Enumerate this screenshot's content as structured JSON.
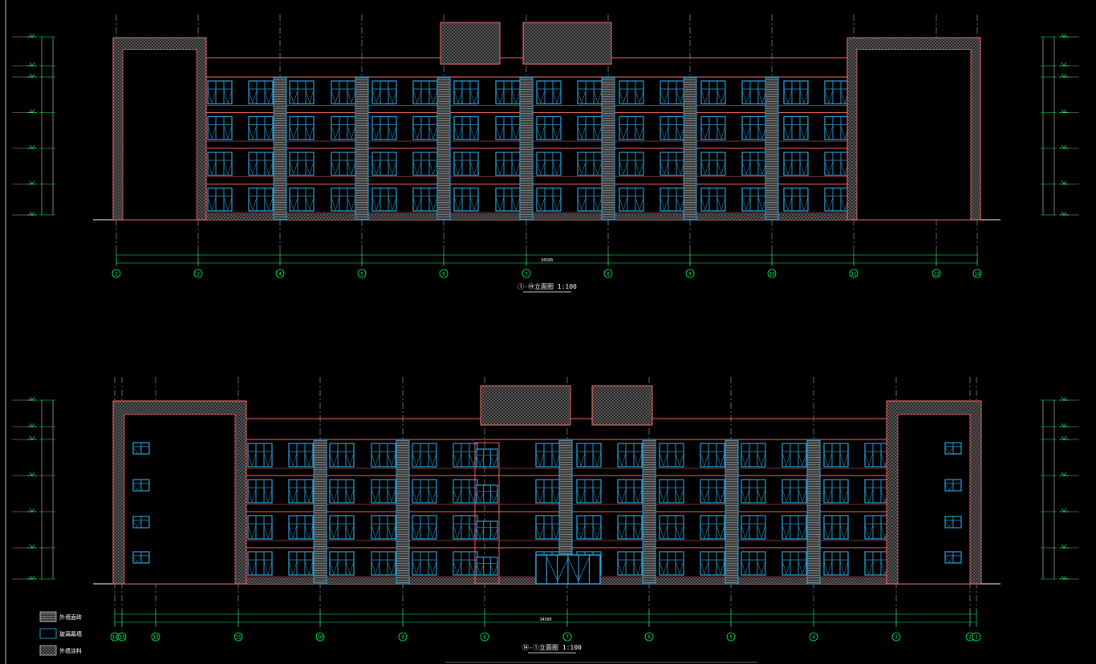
{
  "drawings": [
    {
      "id": "rear",
      "title": "①-⑭立面图",
      "scale": "1:100",
      "axes": [
        "1",
        "2",
        "4",
        "5",
        "6",
        "7",
        "8",
        "9",
        "10",
        "11",
        "12",
        "14"
      ],
      "total": "34500"
    },
    {
      "id": "front",
      "title": "⑭-①立面图",
      "scale": "1:100",
      "axes": [
        "14",
        "13",
        "12",
        "11",
        "10",
        "9",
        "8",
        "7",
        "6",
        "5",
        "4",
        "3",
        "2",
        "1"
      ],
      "total": "34500"
    }
  ],
  "legend": [
    {
      "label": "外墙面砖",
      "swatch": "hatch"
    },
    {
      "label": "玻璃幕墙",
      "swatch": "glass"
    },
    {
      "label": "外墙涂料",
      "swatch": "cross"
    }
  ],
  "colors": {
    "background": "#000000",
    "wall": "#ff6a6a",
    "window": "#2aa7e0",
    "axis": "#00ff66",
    "grid": "#cfcfcf",
    "hatch": "#6e6e6e"
  }
}
